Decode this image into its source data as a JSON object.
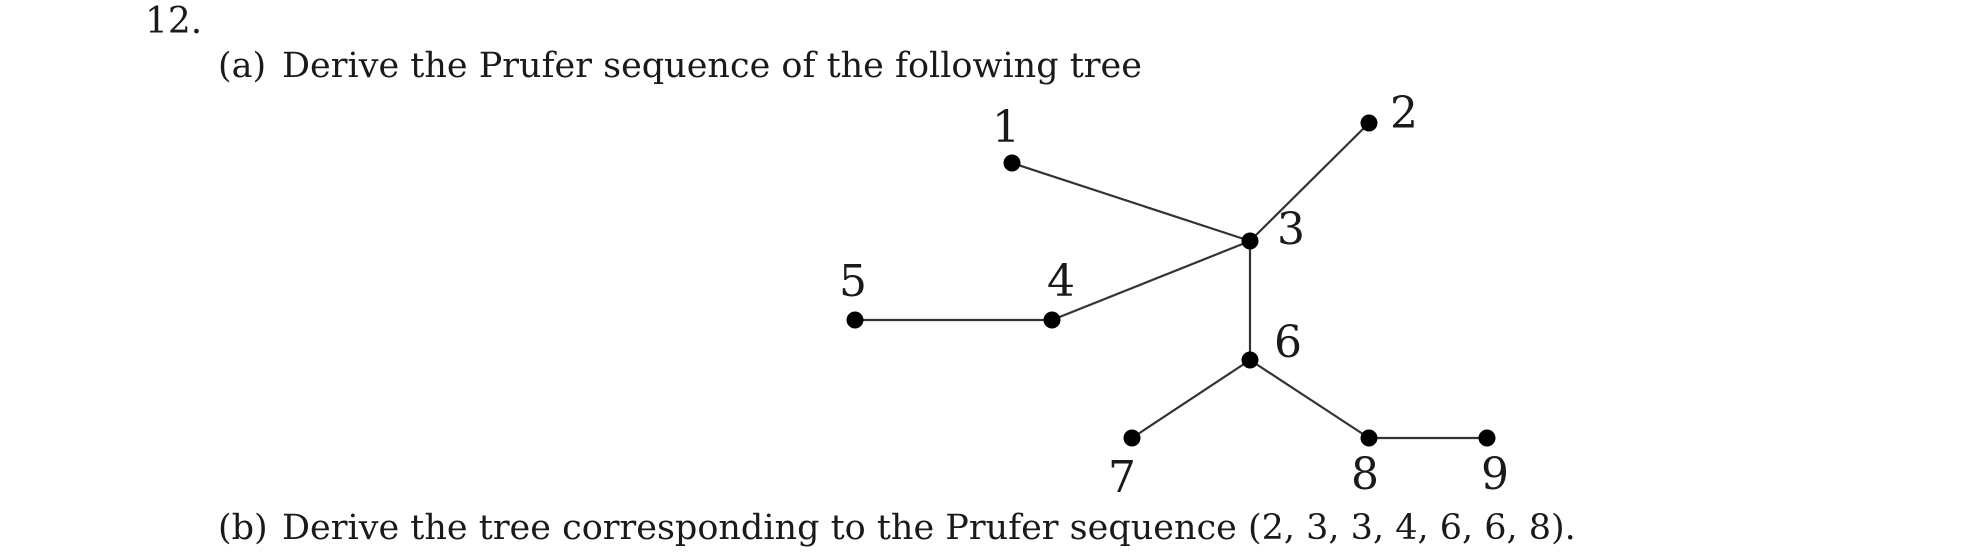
{
  "problem": {
    "number": "12."
  },
  "parts": {
    "a": {
      "label": "(a)",
      "text": "Derive the Prufer sequence of the following tree"
    },
    "b": {
      "label": "(b)",
      "text": "Derive the tree corresponding to the Prufer sequence",
      "sequence": "(2, 3, 3, 4, 6, 6, 8)."
    }
  },
  "tree": {
    "nodes": [
      "1",
      "2",
      "3",
      "4",
      "5",
      "6",
      "7",
      "8",
      "9"
    ],
    "edges": [
      [
        "1",
        "3"
      ],
      [
        "2",
        "3"
      ],
      [
        "3",
        "4"
      ],
      [
        "4",
        "5"
      ],
      [
        "3",
        "6"
      ],
      [
        "6",
        "7"
      ],
      [
        "6",
        "8"
      ],
      [
        "8",
        "9"
      ]
    ]
  }
}
